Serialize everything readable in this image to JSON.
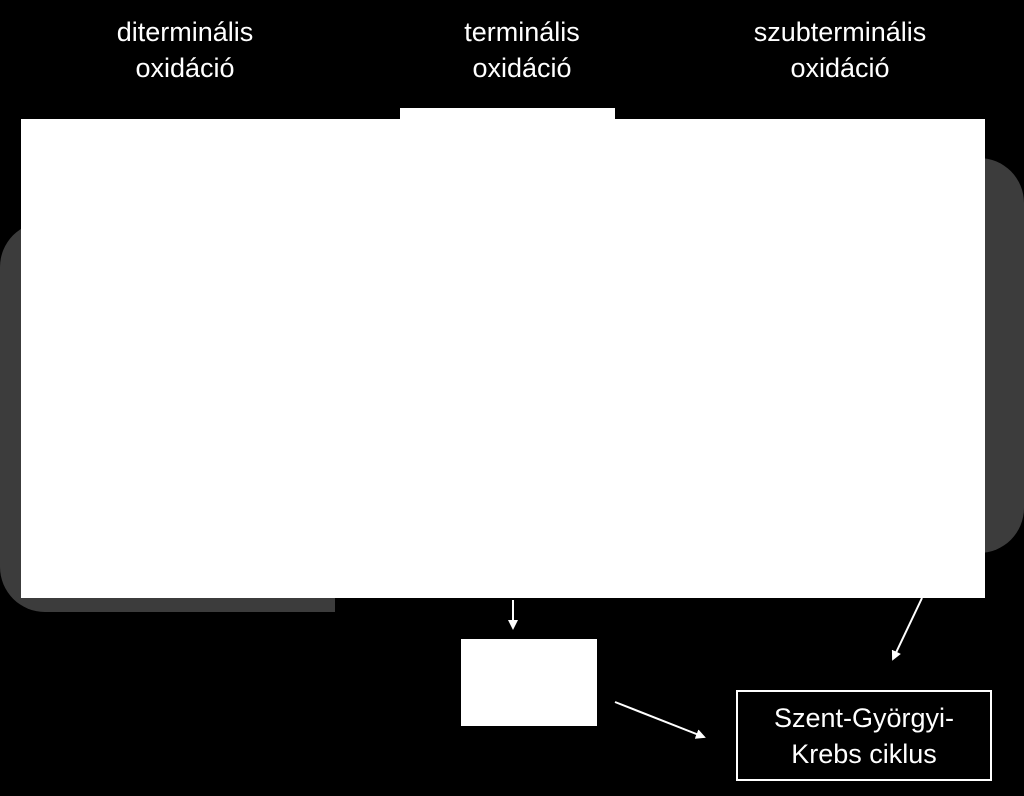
{
  "headings": {
    "diterminal": "diterminális\noxidáció",
    "terminal": "terminális\noxidáció",
    "subterminal": "szubterminális\noxidáció"
  },
  "krebs_box": {
    "label": "Szent-Györgyi-\nKrebs ciklus"
  },
  "colors": {
    "background": "#000000",
    "foreground": "#ffffff",
    "panel_gray": "#3c3c3c"
  }
}
